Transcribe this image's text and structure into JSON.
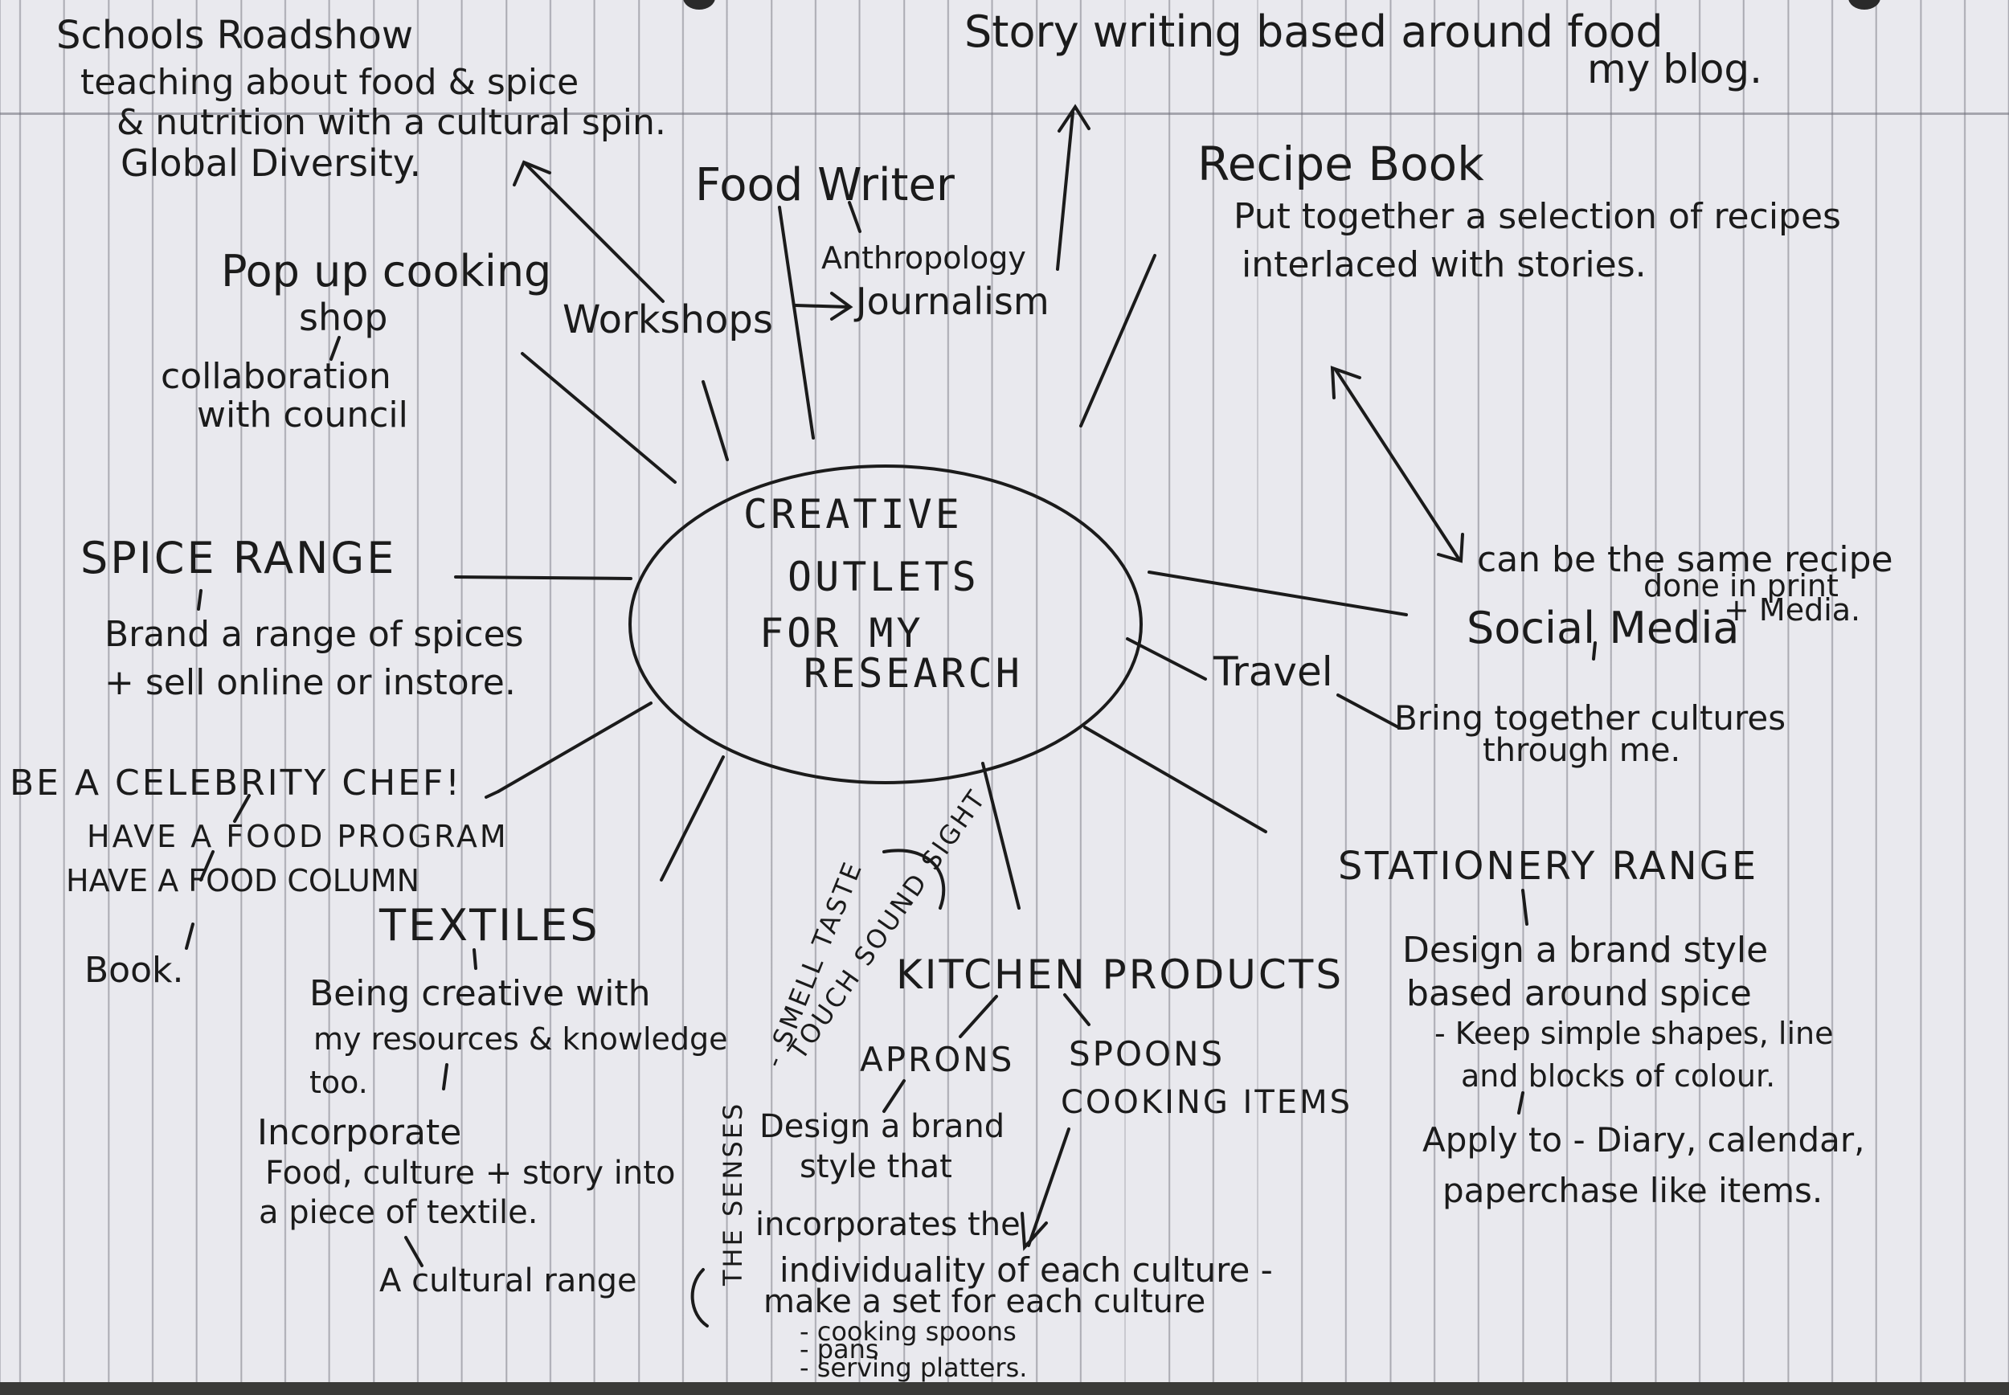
{
  "center": {
    "line1": "CREATIVE",
    "line2": "OUTLETS",
    "line3": "FOR MY",
    "line4": "RESEARCH"
  },
  "schools": {
    "title": "Schools Roadshow",
    "line1": "teaching about food & spice",
    "line2": "& nutrition with a cultural spin.",
    "line3": "Global Diversity."
  },
  "story": {
    "line1": "Story writing based around food",
    "line2": "my blog."
  },
  "food_writer": {
    "title": "Food Writer",
    "sub1": "Anthropology",
    "sub2": "Journalism"
  },
  "workshops": "Workshops",
  "recipe_book": {
    "title": "Recipe Book",
    "line1": "Put together a selection of recipes",
    "line2": "interlaced with stories."
  },
  "popup": {
    "title1": "Pop up cooking",
    "title2": "shop",
    "sub1": "collaboration",
    "sub2": "with council"
  },
  "same_recipe": {
    "line1": "can be the same recipe",
    "line2": "done in print",
    "line3": "+ Media."
  },
  "social_media": "Social Media",
  "spice": {
    "title": "SPICE RANGE",
    "line1": "Brand a range of spices",
    "line2": "+ sell online or instore."
  },
  "travel": {
    "title": "Travel",
    "line1": "Bring together cultures",
    "line2": "through me."
  },
  "celebrity": {
    "title": "BE A CELEBRITY CHEF!",
    "line1": "HAVE A FOOD PROGRAM",
    "line2": "HAVE A FOOD COLUMN",
    "line3": "Book."
  },
  "textiles": {
    "title": "TEXTILES",
    "line1": "Being creative with",
    "line2": "my resources & knowledge",
    "line3": "too.",
    "line4": "Incorporate",
    "line5": "Food, culture + story into",
    "line6": "a piece of textile.",
    "line7": "A cultural range"
  },
  "senses": {
    "label": "THE SENSES",
    "line1": "- SMELL TASTE",
    "line2": "TOUCH SOUND SIGHT"
  },
  "kitchen": {
    "title": "KITCHEN PRODUCTS",
    "aprons": "APRONS",
    "spoons": "SPOONS",
    "cooking_items": "COOKING ITEMS",
    "line1": "Design a brand",
    "line2": "style that",
    "line3": "incorporates the",
    "line4": "individuality of each culture -",
    "line5": "make a set for each culture",
    "item1": "- cooking spoons",
    "item2": "- pans",
    "item3": "- serving platters."
  },
  "stationery": {
    "title": "STATIONERY RANGE",
    "line1": "Design a brand style",
    "line2": "based around spice",
    "line3": "- Keep simple shapes, line",
    "line4": "and blocks of colour.",
    "line5": "Apply to - Diary, calendar,",
    "line6": "paperchase like items."
  }
}
